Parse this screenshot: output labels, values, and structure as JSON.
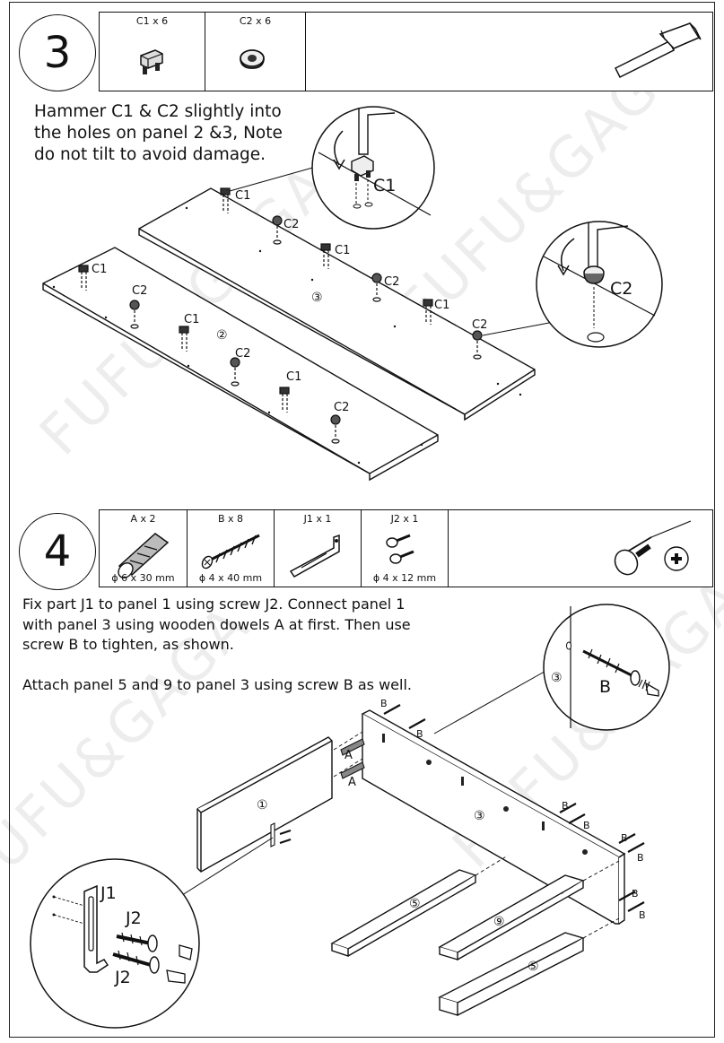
{
  "step3": {
    "number": "3",
    "parts": [
      {
        "qty": "C1 x 6"
      },
      {
        "qty": "C2 x 6"
      }
    ],
    "instruction": "Hammer C1 & C2 slightly into\nthe holes on panel 2 &3, Note\ndo not tilt to avoid     damage.",
    "callouts": {
      "c1": "C1",
      "c2": "C2",
      "panel2": "②",
      "panel3": "③"
    }
  },
  "step4": {
    "number": "4",
    "parts": [
      {
        "qty": "A x 2",
        "dim": "ϕ 6 x 30 mm"
      },
      {
        "qty": "B x 8",
        "dim": "ϕ 4 x 40 mm"
      },
      {
        "qty": "J1 x 1",
        "dim": ""
      },
      {
        "qty": "J2 x 1",
        "dim": "ϕ 4 x 12 mm"
      }
    ],
    "instruction": "Fix part J1 to panel 1 using screw J2. Connect panel 1\nwith panel 3 using wooden dowels A at first. Then use\nscrew B to tighten, as shown.\n\nAttach panel 5 and 9 to panel 3 using screw B as well.",
    "callouts": {
      "a": "A",
      "b": "B",
      "j1": "J1",
      "j2": "J2",
      "panel1": "①",
      "panel3": "③",
      "panel5": "⑤",
      "panel9": "⑨"
    }
  },
  "watermark": "FUFU&GAGA"
}
